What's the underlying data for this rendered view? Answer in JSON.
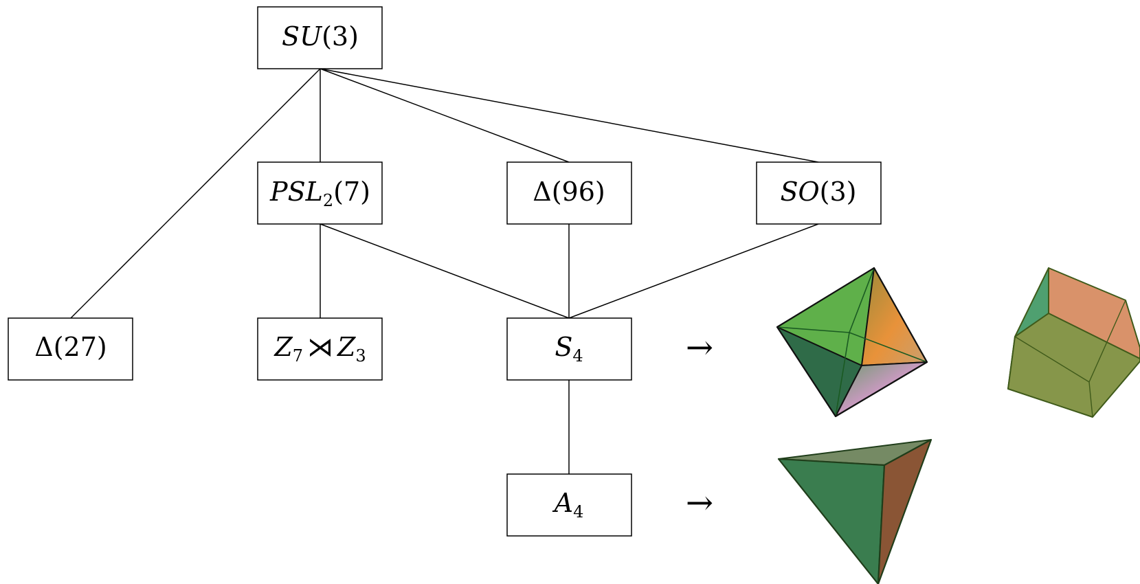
{
  "nodes": {
    "su3": {
      "name": "SU",
      "args": "(3)"
    },
    "psl27": {
      "name": "PSL",
      "sub": "2",
      "args": "(7)"
    },
    "delta96": {
      "sym": "Δ",
      "args": "(96)"
    },
    "so3": {
      "name": "SO",
      "args": "(3)"
    },
    "delta27": {
      "sym": "Δ",
      "args": "(27)"
    },
    "z7z3": {
      "a": "Z",
      "a_sub": "7",
      "op": "⋊",
      "b": "Z",
      "b_sub": "3"
    },
    "s4": {
      "name": "S",
      "sub": "4"
    },
    "a4": {
      "name": "A",
      "sub": "4"
    }
  },
  "arrows": {
    "s4_arrow": "→",
    "a4_arrow": "→"
  },
  "solids": {
    "octahedron": {
      "colors": {
        "face_top": "#5fb04a",
        "face_left": "#2f6b48",
        "face_right": "#e8923a",
        "face_bottom": "#c99ac0",
        "edge": "#1a4d22"
      }
    },
    "cube": {
      "colors": {
        "face_top": "#d9926a",
        "face_left": "#4fa070",
        "face_front": "#86964a",
        "edge": "#3f5a1a"
      }
    },
    "tetrahedron": {
      "colors": {
        "face_front": "#3a7d4f",
        "face_right": "#8a5535",
        "face_top": "#758a64",
        "edge": "#1f3d1a"
      }
    }
  }
}
